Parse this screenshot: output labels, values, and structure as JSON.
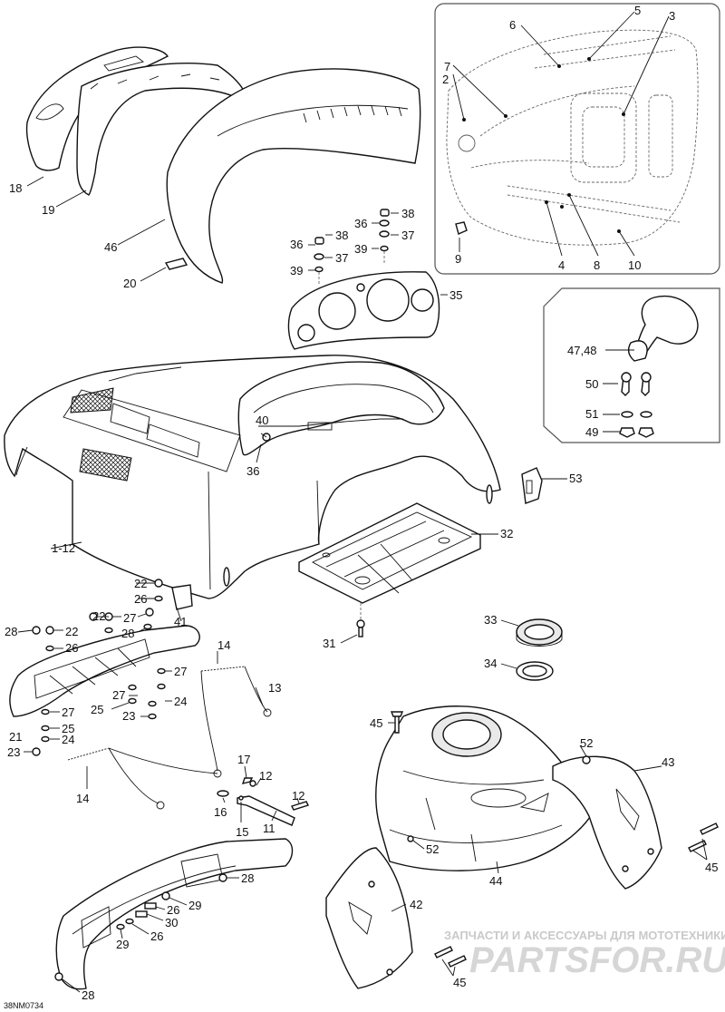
{
  "drawing_code": "38NM0734",
  "watermark_line": "ЗАПЧАСТИ И АКСЕССУАРЫ ДЛЯ МОТОТЕХНИКИ",
  "watermark_logo": "PARTSFOR.RU",
  "callouts": {
    "c1_12": "1-12",
    "c2": "2",
    "c3": "3",
    "c4": "4",
    "c5": "5",
    "c6": "6",
    "c7": "7",
    "c8": "8",
    "c9": "9",
    "c10": "10",
    "c11": "11",
    "c12a": "12",
    "c12b": "12",
    "c13": "13",
    "c14a": "14",
    "c14b": "14",
    "c15": "15",
    "c16": "16",
    "c17": "17",
    "c18": "18",
    "c19": "19",
    "c20": "20",
    "c21": "21",
    "c22a": "22",
    "c22b": "22",
    "c22c": "22",
    "c23a": "23",
    "c23b": "23",
    "c24a": "24",
    "c24b": "24",
    "c25a": "25",
    "c25b": "25",
    "c26a": "26",
    "c26b": "26",
    "c26c": "26",
    "c26d": "26",
    "c27a": "27",
    "c27b": "27",
    "c27c": "27",
    "c27d": "27",
    "c28a": "28",
    "c28b": "28",
    "c28c": "28",
    "c28d": "28",
    "c29a": "29",
    "c29b": "29",
    "c30": "30",
    "c31": "31",
    "c32": "32",
    "c33": "33",
    "c34": "34",
    "c35": "35",
    "c36a": "36",
    "c36b": "36",
    "c36c": "36",
    "c37a": "37",
    "c37b": "37",
    "c38a": "38",
    "c38b": "38",
    "c39a": "39",
    "c39b": "39",
    "c40": "40",
    "c41": "41",
    "c42": "42",
    "c43": "43",
    "c44": "44",
    "c45a": "45",
    "c45b": "45",
    "c45c": "45",
    "c46": "46",
    "c47_48": "47,48",
    "c49": "49",
    "c50": "50",
    "c51": "51",
    "c52a": "52",
    "c52b": "52",
    "c53": "53"
  }
}
